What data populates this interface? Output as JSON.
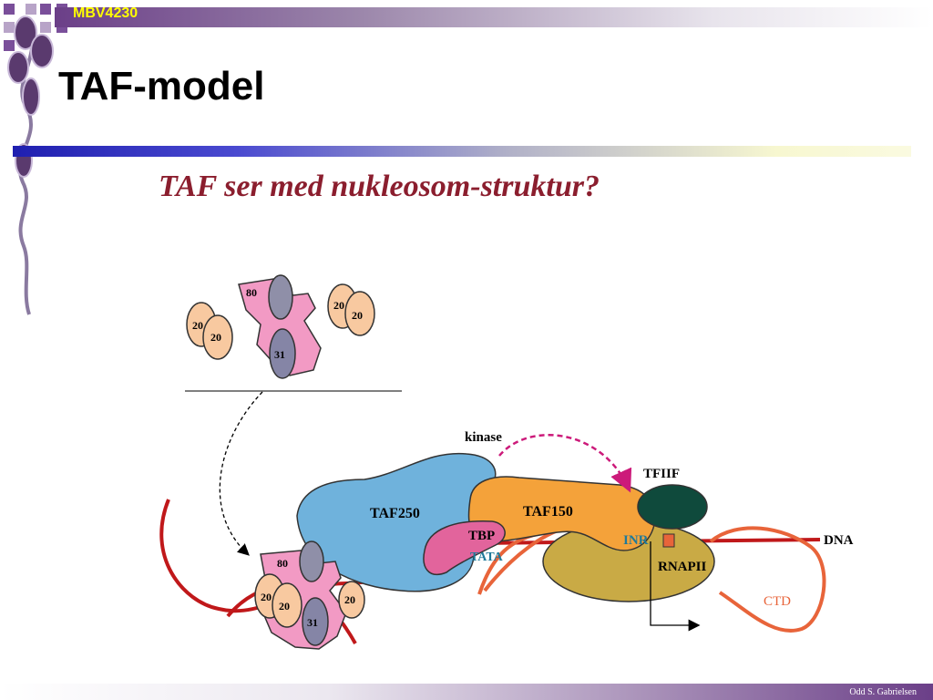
{
  "header": {
    "course_code": "MBV4230"
  },
  "slide": {
    "title": "TAF-model"
  },
  "figure": {
    "title": "TAF ser med nukleosom-struktur?",
    "labels": {
      "kinase": "kinase",
      "tfiif": "TFIIF",
      "dna": "DNA",
      "taf250": "TAF250",
      "taf150": "TAF150",
      "tbp": "TBP",
      "tata": "TATA",
      "inr": "INR",
      "rnapii": "RNAPII",
      "ctd": "CTD",
      "taf80": "80",
      "taf31": "31",
      "taf20": "20"
    }
  },
  "footer": {
    "author": "Odd S. Gabrielsen"
  },
  "colors": {
    "header_purple": "#6b3f88",
    "title_rule_blue": "#1f1fb0",
    "figure_title": "#8b1e2e",
    "taf250_blue": "#6fb2dc",
    "taf150_orange": "#f4a23a",
    "tbp_pink": "#e2649c",
    "rnapii_olive": "#c9aa45",
    "tfiif_green": "#0f4a3c",
    "dna_red": "#c0181a",
    "ctd_orange": "#e8643a",
    "kinase_arrow_magenta": "#cc1a7a"
  }
}
